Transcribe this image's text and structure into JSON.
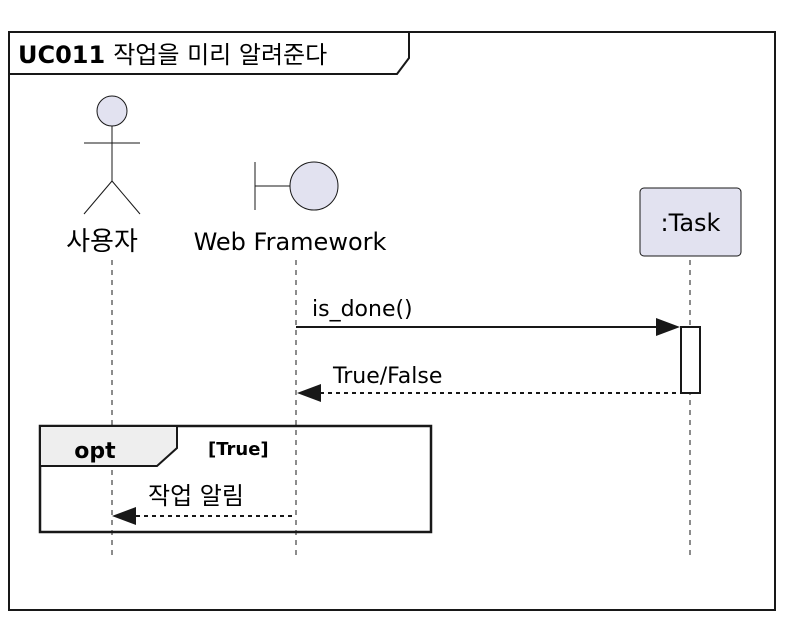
{
  "frame": {
    "id": "UC011",
    "title": "작업을 미리 알려준다"
  },
  "participants": {
    "user": {
      "label": "사용자",
      "shape": "actor"
    },
    "web": {
      "label": "Web Framework",
      "shape": "boundary"
    },
    "task": {
      "label": ":Task",
      "shape": "participant"
    }
  },
  "messages": {
    "call": {
      "from": "Web Framework",
      "to": ":Task",
      "label": "is_done()",
      "style": "solid"
    },
    "reply": {
      "from": ":Task",
      "to": "Web Framework",
      "label": "True/False",
      "style": "dashed"
    },
    "notify": {
      "from": "Web Framework",
      "to": "사용자",
      "label": "작업 알림",
      "style": "dashed"
    }
  },
  "fragment": {
    "operator": "opt",
    "guard": "[True]"
  },
  "colors": {
    "participant_fill": "#E2E2F0",
    "fragment_tab_fill": "#EEEEEE",
    "line": "#181818"
  }
}
